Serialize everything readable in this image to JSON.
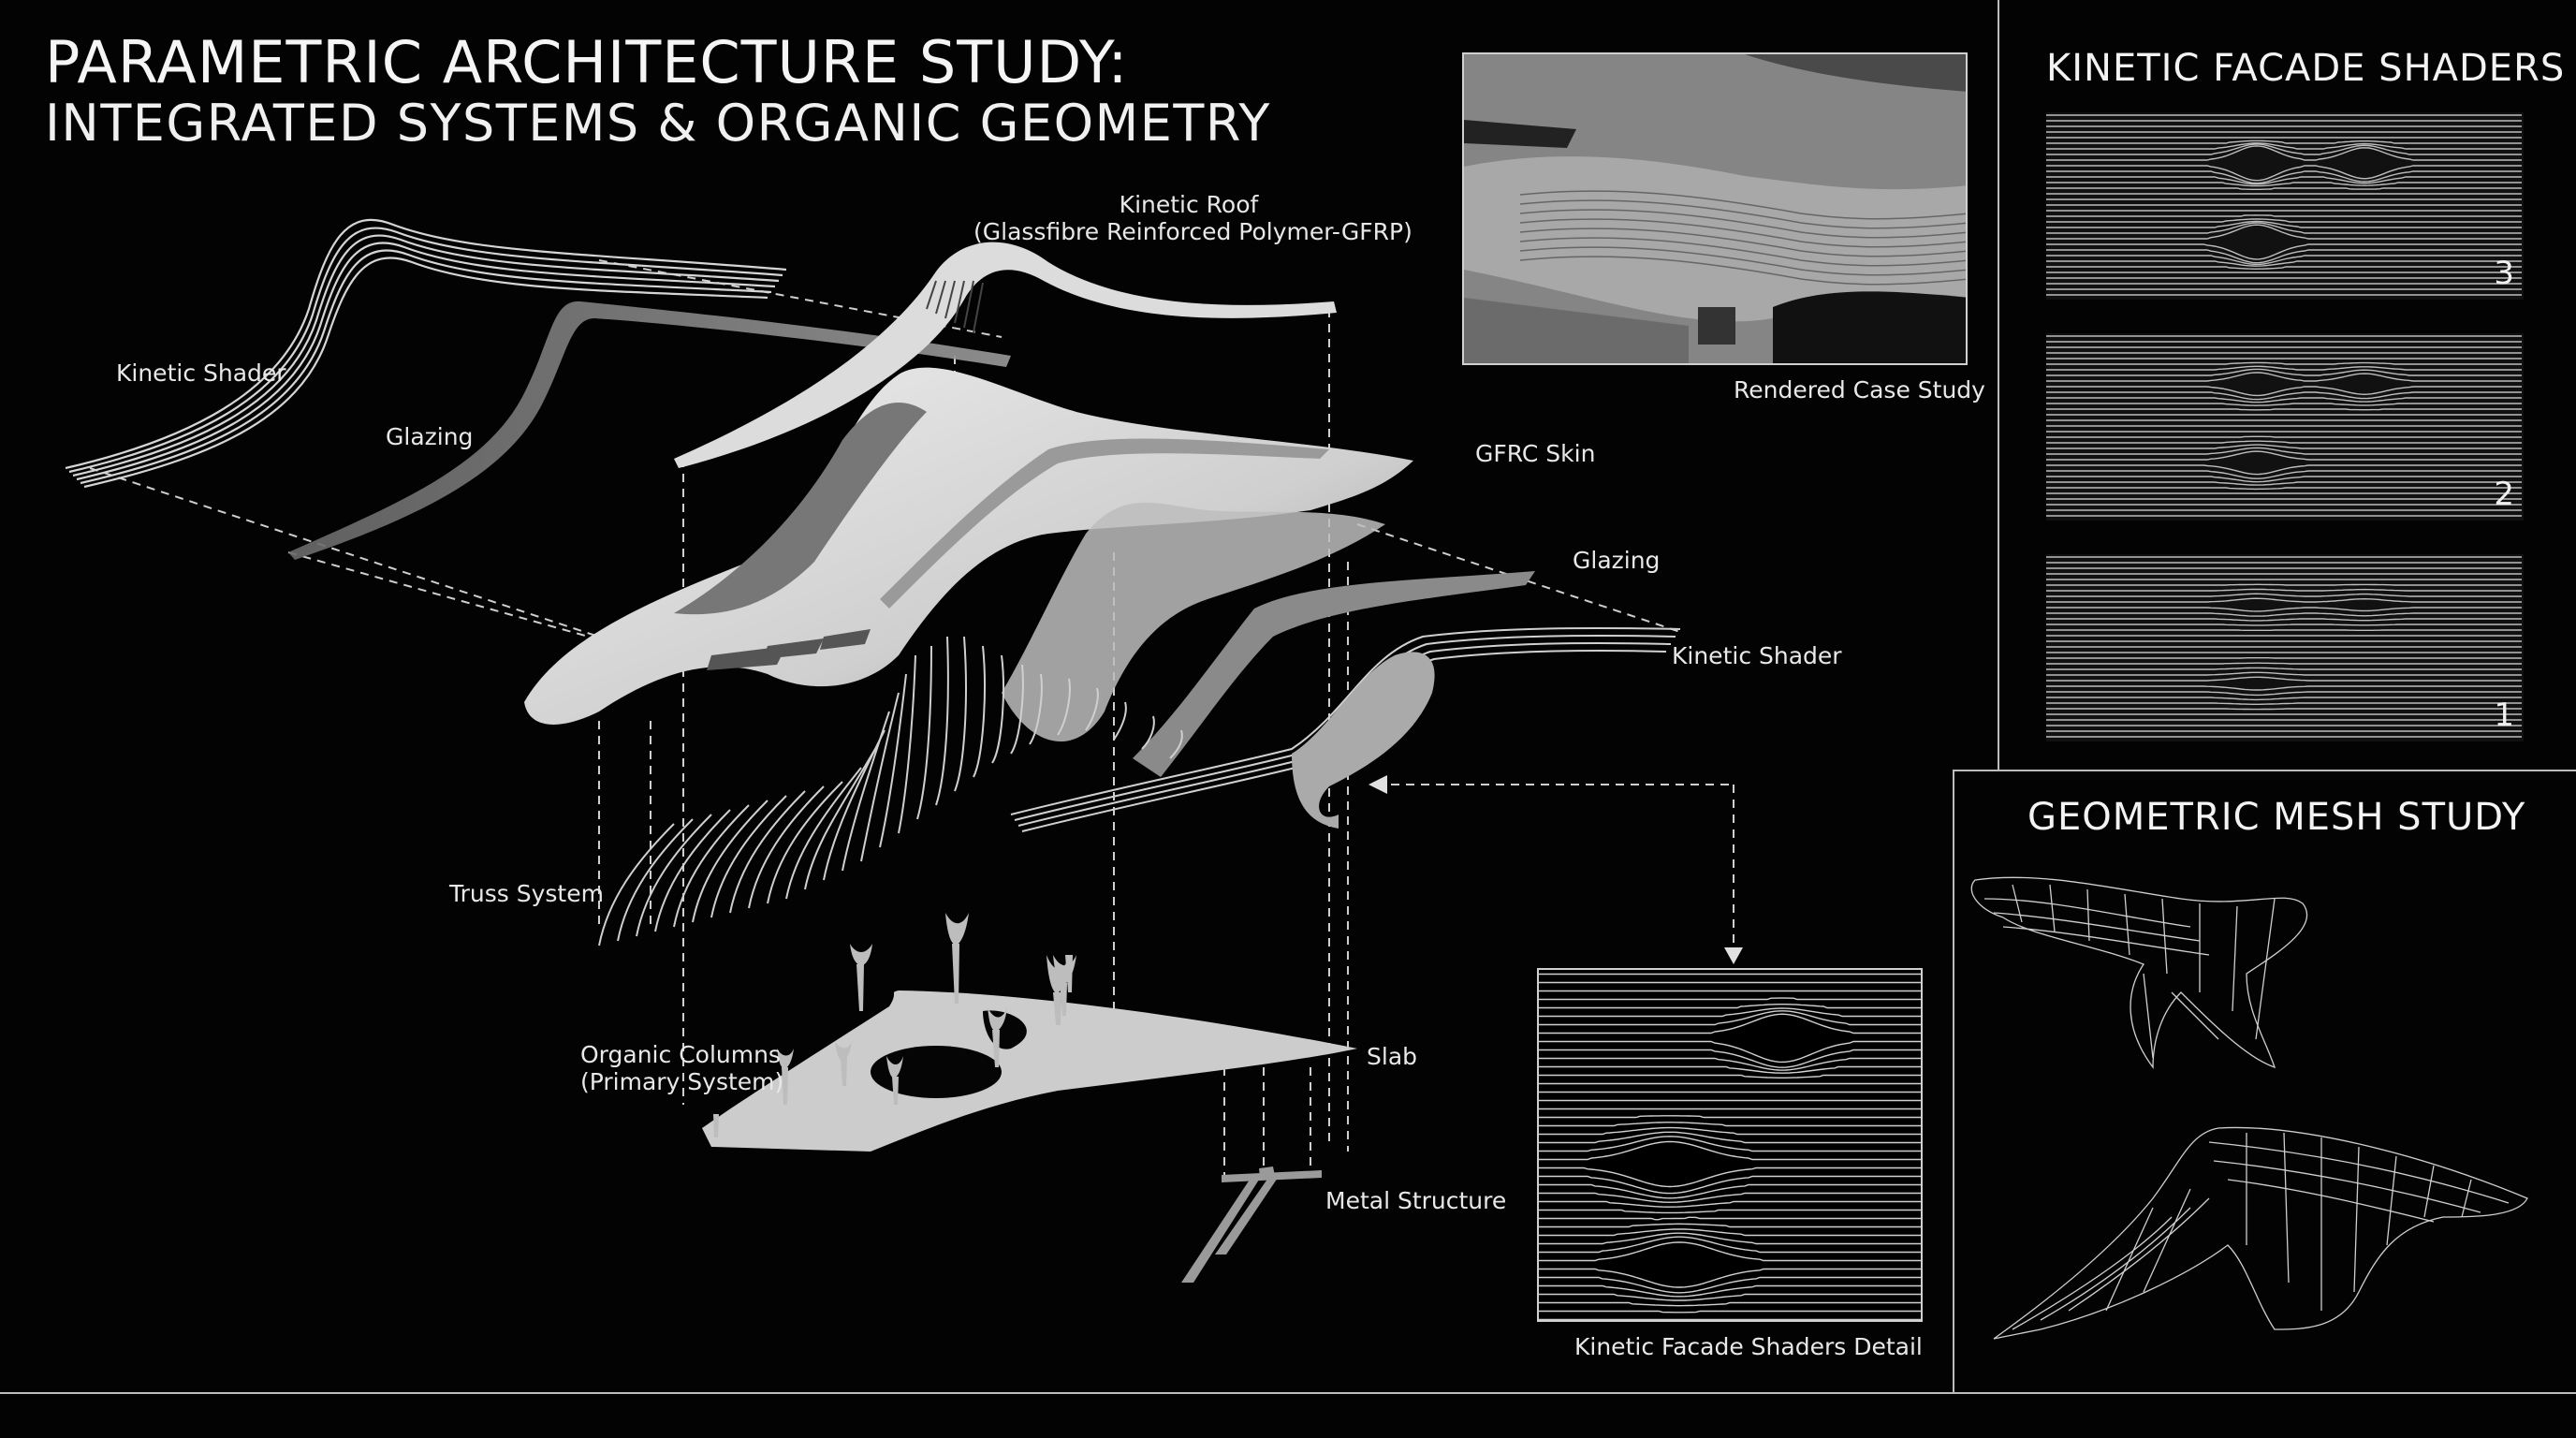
{
  "title": {
    "line1": "PARAMETRIC ARCHITECTURE STUDY:",
    "line2": "INTEGRATED SYSTEMS & ORGANIC GEOMETRY"
  },
  "labels": {
    "kinetic_shader_left": "Kinetic Shader",
    "glazing_left": "Glazing",
    "kinetic_roof_line1": "Kinetic Roof",
    "kinetic_roof_line2": "(Glassfibre Reinforced Polymer-GFRP)",
    "gfrc_skin": "GFRC Skin",
    "glazing_right": "Glazing",
    "kinetic_shader_right": "Kinetic Shader",
    "truss_system": "Truss System",
    "organic_columns_line1": "Organic Columns",
    "organic_columns_line2": "(Primary System)",
    "slab": "Slab",
    "metal_structure": "Metal Structure",
    "rendered_case_study": "Rendered Case Study",
    "shaders_detail": "Kinetic Facade Shaders Detail"
  },
  "panels": {
    "kinetic_facade_shaders": {
      "title": "KINETIC FACADE SHADERS",
      "states": [
        "3",
        "2",
        "1"
      ]
    },
    "geometric_mesh_study": {
      "title": "GEOMETRIC MESH STUDY"
    }
  },
  "colors": {
    "background": "#030303",
    "surface": "#d8d8d8",
    "line": "#bdbdbd",
    "text": "#f2f2f2"
  }
}
